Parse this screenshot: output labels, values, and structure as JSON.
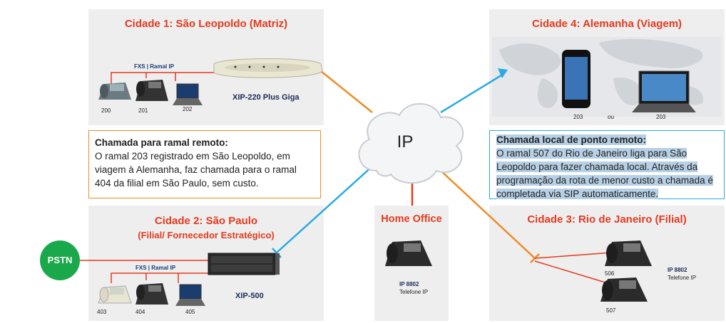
{
  "colors": {
    "accent_red": "#e53a1e",
    "orange": "#f08a24",
    "blue": "#29aae1",
    "green": "#19a94b",
    "panel": "#eeeeee"
  },
  "city1": {
    "title": "Cidade 1: São Leopoldo (Matriz)",
    "fxs_label": "FXS | Ramal IP",
    "device": "XIP-220 Plus Giga",
    "ext1": "200",
    "ext2": "201",
    "ext3": "202"
  },
  "city2": {
    "title": "Cidade 2: São Paulo",
    "subtitle": "(Filial/ Fornecedor Estratégico)",
    "fxs_label": "FXS | Ramal IP",
    "device": "XIP-500",
    "ext1": "403",
    "ext2": "404",
    "ext3": "405"
  },
  "city3": {
    "title": "Cidade 3: Rio de Janeiro (Filial)",
    "ext1": "506",
    "ext2": "507",
    "model": "IP 8802",
    "model_desc": "Telefone IP"
  },
  "city4": {
    "title": "Cidade 4: Alemanha (Viagem)",
    "ext1": "203",
    "or_label": "ou",
    "ext2": "203"
  },
  "home": {
    "title": "Home Office",
    "model": "IP 8802",
    "model_desc": "Telefone IP"
  },
  "cloud": {
    "label": "IP"
  },
  "pstn": {
    "label": "PSTN"
  },
  "note_left": {
    "title": "Chamada para ramal remoto:",
    "lines": [
      "O ramal 203 registrado em São Leopoldo, em",
      "viagem à Alemanha, faz chamada para o ramal",
      "404  da filial em São Paulo, sem custo."
    ]
  },
  "note_right": {
    "title": "Chamada local de ponto remoto:",
    "lines": [
      "O ramal 507 do Rio de Janeiro liga para São",
      "Leopoldo para fazer chamada local. Através da",
      "programação da rota de menor custo a chamada é",
      "completada via SIP automaticamente."
    ]
  }
}
